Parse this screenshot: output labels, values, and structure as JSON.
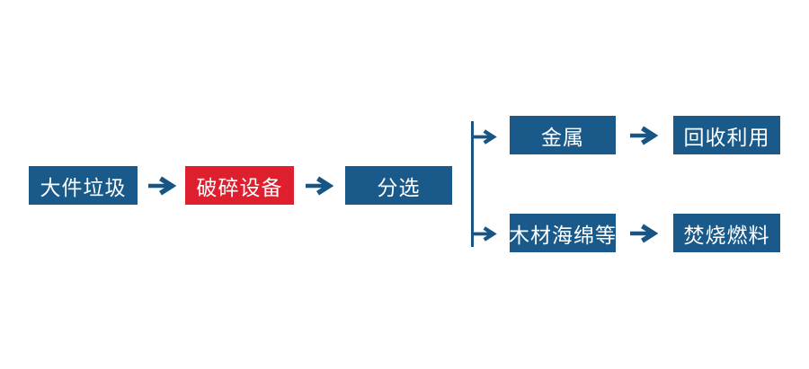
{
  "colors": {
    "box_blue": "#1a5a8a",
    "box_red": "#de1f2e",
    "connector_blue": "#175684",
    "label_text": "#ffffff",
    "background": "#ffffff"
  },
  "flow": {
    "main": [
      {
        "label": "大件垃圾"
      },
      {
        "label": "破碎设备"
      },
      {
        "label": "分选"
      }
    ],
    "branches": [
      {
        "outputs": [
          {
            "label": "金属"
          },
          {
            "label": "回收利用"
          }
        ]
      },
      {
        "outputs": [
          {
            "label": "木材海绵等"
          },
          {
            "label": "焚烧燃料"
          }
        ]
      }
    ]
  },
  "icons": {
    "arrow_right": "→"
  }
}
